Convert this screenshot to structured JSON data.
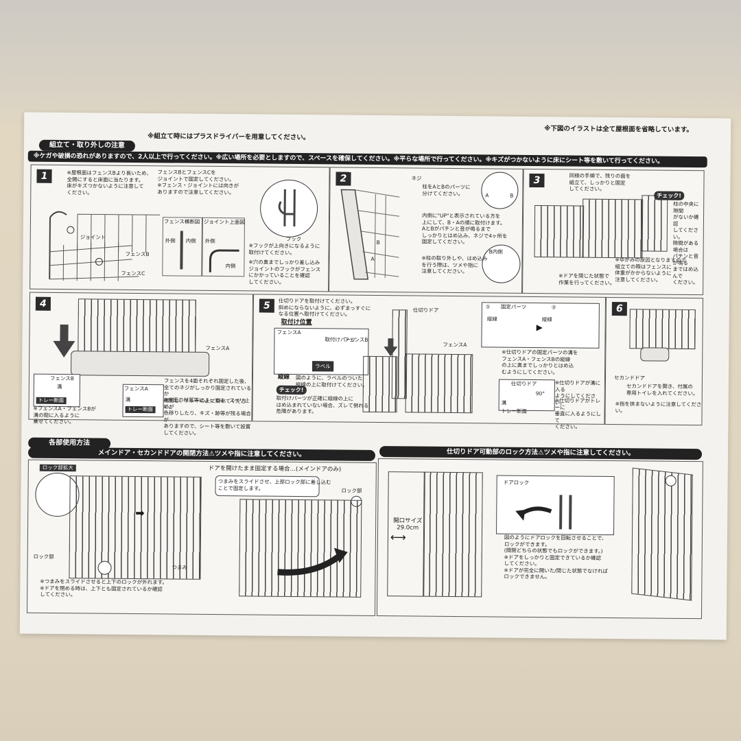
{
  "header": {
    "top_right_note": "※下図のイラストは全て屋根面を省略しています。",
    "top_center_note": "※組立て時にはプラスドライバーを用意してください。",
    "assembly_title": "組立て・取り外しの注意",
    "caution_line": "※ケガや破損の恐れがありますので、2人以上で行ってください。※広い場所を必要としますので、スペースを確保してください。※平らな場所で行ってください。※キズがつかないように床にシート等を敷いて行ってください。"
  },
  "step1": {
    "number": "1",
    "text_a": "※屋根面はフェンスBより長いため、\n全開にすると床面に当たります。\n床がキズつかないように注意して\nください。",
    "text_b": "フェンスBとフェンスCを\nジョイントで固定してください。\n※フェンス・ジョイントには向きが\nありますので注意してください。",
    "label_joint": "ジョイント",
    "label_fence_b": "フェンスB",
    "label_fence_c": "フェンスC",
    "label_fence_cross": "フェンス横断図",
    "label_joint_top": "ジョイント上面図",
    "label_outside": "外側",
    "label_inside": "内側",
    "label_outside2": "外側",
    "label_inside2": "内側",
    "label_hook": "フック",
    "note_hook": "※フックが上向きになるように\n取付けてください。",
    "note_hole": "※穴の奥までしっかり差し込み\nジョイントのフックがフェンス\nにかかっていることを確認\nしてください。"
  },
  "step2": {
    "number": "2",
    "label_neji": "ネジ",
    "text_a": "柱をAとBのパーツに\n分けてください。",
    "text_b": "内側に\"UP\"と表示されている方を\n上にして、B・Aの順に取付けます。\nAとBがパチンと音が鳴るまで\nしっかりとはめ込み、ネジで4ヶ所を\n固定してください。",
    "label_b": "B",
    "label_a": "A",
    "label_a2": "A",
    "label_b2": "B",
    "label_b_inside": "B内側",
    "note": "※柱の取り外しや、はめ込み\nを行う際は、ツメや指に\n注意してください。"
  },
  "step3": {
    "number": "3",
    "text_a": "同様の手順で、残りの面を\n組立て、しっかりと固定\nしてください。",
    "check": "チェック!",
    "text_check": "柱の中央に隙間\nがないか確認\nしてください。\n隙間がある場合は\nパチンと音が鳴る\nまではめ込んで\nください。",
    "note_a": "※ゆがみの原因となりますので\n組立ての際はフェンスに\n体重がかからないように\n注意してください。",
    "note_b": "※ドアを閉じた状態で\n作業を行ってください。"
  },
  "step4": {
    "number": "4",
    "label_fence_a": "フェンスA",
    "label_fence_b": "フェンスB",
    "label_groove": "溝",
    "label_tray": "トレー断面",
    "label_fence_a2": "フェンスA",
    "label_groove2": "溝",
    "label_tray2": "トレー断面",
    "text_main": "フェンスを4面それぞれ固定した後、\n全てのネジがしっかり固定されているか\n確認し、トレーの上に乗せてください。",
    "note_a": "※フェンスA・フェンスBが\n溝の間に入るように\n乗せてください。",
    "note_b": "※床面の材質等によっては、スベリ止めが\n色移りしたり、キズ・跡等が残る場合が\nありますので、シート等を敷いて設置\nしてください。"
  },
  "step5": {
    "number": "5",
    "text_a": "仕切りドアを取付けてください。\n斜めにならないように、必ずまっすぐに\nなる位置へ取付けてください。",
    "label_position": "取付け位置",
    "label_fence_a": "フェンスA",
    "label_parts": "取付けパーツ",
    "label_vertical": "縦線",
    "label_label": "ラベル",
    "label_check": "チェック!",
    "text_label": "図のように、ラベルのついた\n縦線の上に取付けてください。",
    "text_check": "取付けパーツが正確に縦線の上に\nはめ込まれていない場合、ズレて倒れる\n危険があります。",
    "label_divider": "仕切りドア",
    "label_fence_b": "フェンスB",
    "label_fence_a2": "フェンスA",
    "label_fixed_parts": "固定パーツ",
    "circle1": "①",
    "circle2": "②",
    "label_v1": "縦線",
    "label_v2": "縦線",
    "text_fixed": "※仕切りドアの固定パーツの溝を\nフェンスA・フェンスBの縦線\nの上に奥までしっかりとはめ込\nむようにしてください。",
    "label_divider2": "仕切りドア",
    "label_90": "90°",
    "label_groove": "溝",
    "label_tray": "トレー断面",
    "note_a": "※仕切りドアが溝に入る\nようにしてください。",
    "note_b": "※仕切りドアがトレーに\n垂直に入るようにして\nください。"
  },
  "step6": {
    "number": "6",
    "label_second": "セカンドドア",
    "text_a": "セカンドドアを開き、付属の\n専用トイレを入れてください。",
    "note": "※指を挟まないように注意してください。"
  },
  "usage": {
    "title": "各部使用方法",
    "main_door_bar": "メインドア・セカンドドアの開閉方法⚠ツメや指に注意してください。",
    "lock_bar": "仕切りドア可動部のロック方法⚠ツメや指に注意してください。",
    "lock_zoom": "ロック部拡大",
    "lock_part": "ロック部",
    "knob": "つまみ",
    "text_slide": "※つまみをスライドさせると上下のロックが外れます。\n※ドアを閉める時は、上下とも固定されているか確認\nしてください。",
    "fix_open": "ドアを開けたまま固定する場合…(メインドアのみ)",
    "text_fix": "つまみをスライドさせ、上部ロック部に差し込む\nことで固定します。",
    "lock_part2": "ロック部",
    "opening_size": "開口サイズ\n29.0cm",
    "door_lock": "ドアロック",
    "text_lock": "図のようにドアロックを回転させることで、\nロックができます。\n(開閉どちらの状態でもロックができます。)\n※ドアをしっかりと固定できているか確認\nしてください。\n※ドアが完全に開いた/閉じた状態でなければ\nロックできません。"
  }
}
